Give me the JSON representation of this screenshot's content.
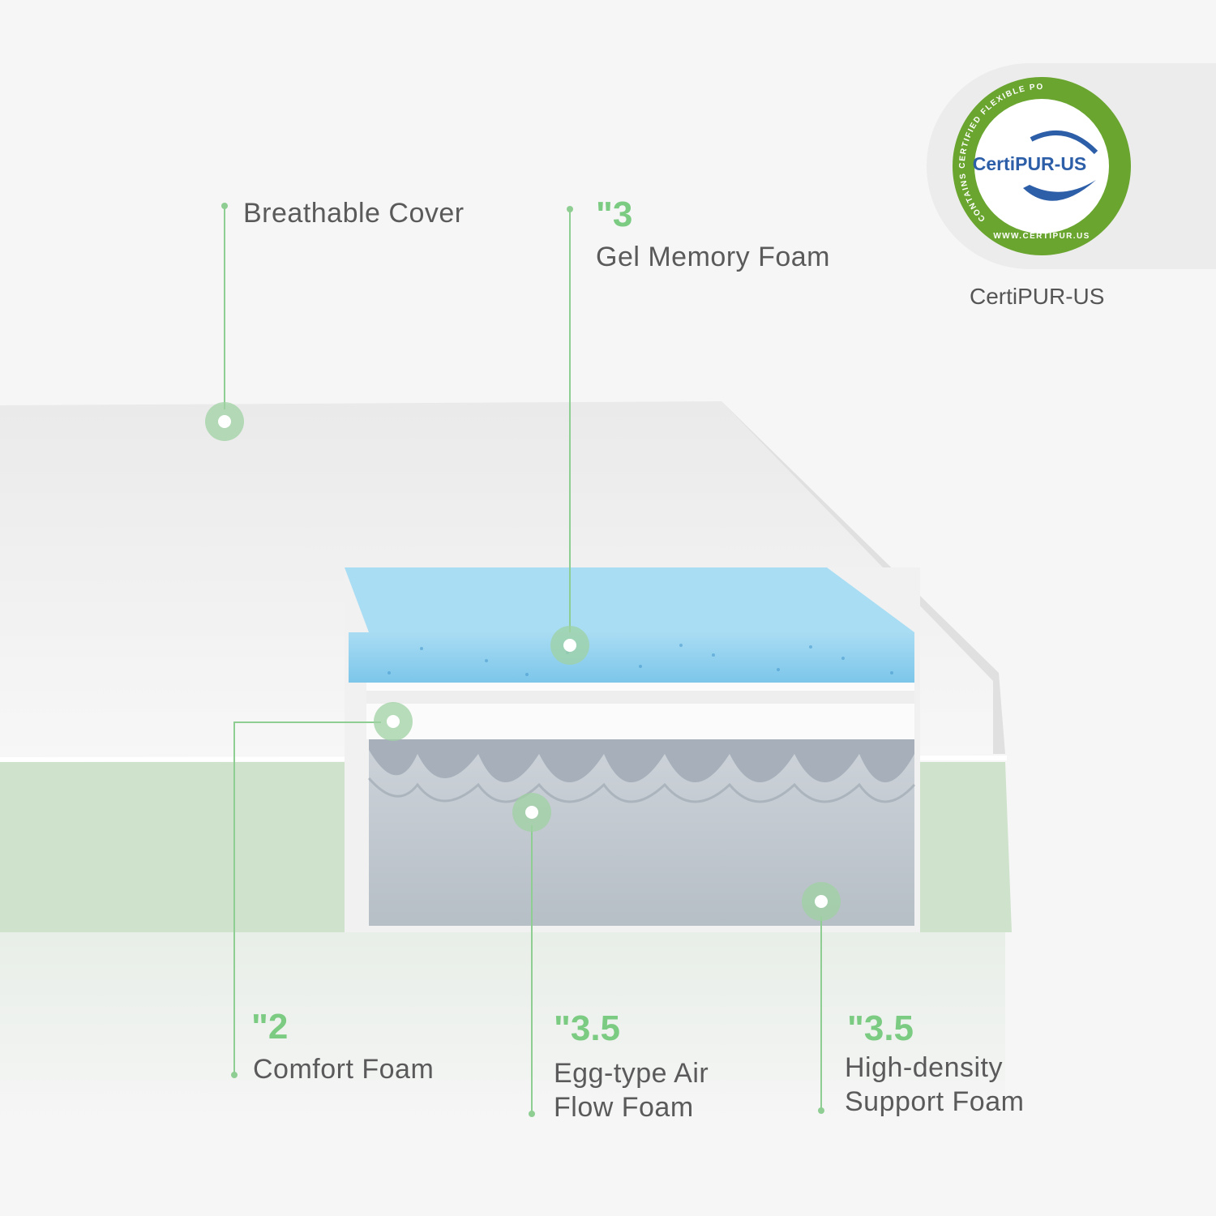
{
  "colors": {
    "accent": "#7ccb82",
    "text": "#5a5a5a",
    "background": "#f6f6f6",
    "cover": "#f2f2f2",
    "side_fabric": "#cfe3cc",
    "gel_foam": "#8fd0ec",
    "support_foam": "#c2c9d0",
    "seal_green": "#6aa52f",
    "seal_blue": "#2d5ea8"
  },
  "badge": {
    "ring_text": "CONTAINS CERTIFIED FLEXIBLE POLYURETHANE FOAM",
    "bottom_text": "WWW.CERTIPUR.US",
    "logo_text": "CertiPUR-US",
    "caption": "CertiPUR-US"
  },
  "layers": {
    "cover": {
      "label": "Breathable Cover"
    },
    "gel": {
      "size": "\"3",
      "label": "Gel Memory Foam"
    },
    "comfort": {
      "size": "\"2",
      "label": "Comfort  Foam"
    },
    "eggcrate": {
      "size": "\"3.5",
      "line1": "Egg-type Air",
      "line2": "Flow Foam"
    },
    "support": {
      "size": "\"3.5",
      "line1": "High-density",
      "line2": "Support Foam"
    }
  }
}
